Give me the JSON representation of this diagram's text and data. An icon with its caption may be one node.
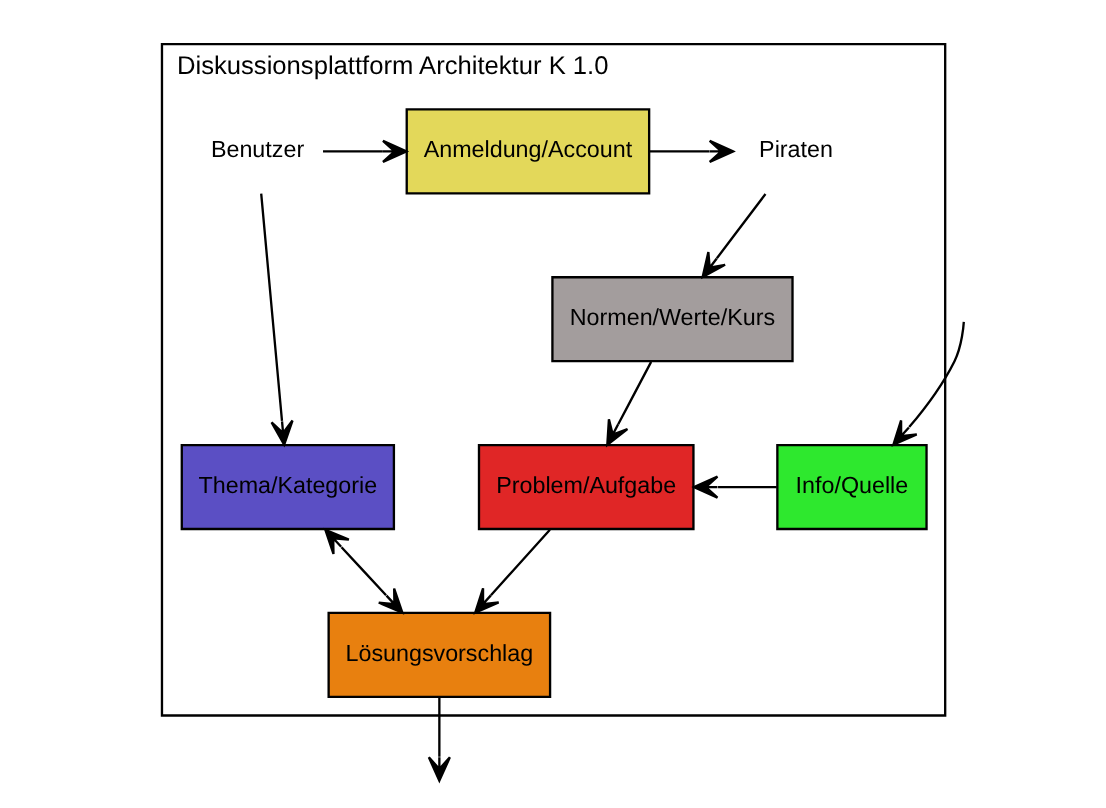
{
  "diagram": {
    "nodes": [
      {
        "text": [
          "Diskussionsplattform Architektur K 1.0"
        ]
      },
      {
        "text": [
          "Benutzer"
        ],
        "in": 0
      },
      {
        "text": [
          "Anmeldung/Account"
        ],
        "in": 0
      },
      {
        "text": [
          "Piraten"
        ],
        "in": 0
      },
      {
        "text": [
          "Thema/Kategorie"
        ],
        "in": 0
      },
      {
        "text": [
          "Normen/Werte/Kurs"
        ],
        "in": 0
      },
      {
        "text": [
          "Info/Quelle"
        ],
        "in": 0
      },
      {
        "text": [
          "Problem/Aufgabe"
        ],
        "in": 0
      },
      {
        "text": [
          "Lösungsvorschlag"
        ],
        "in": 0
      }
    ],
    "edges": [
      {
        "from": 1,
        "to": 2,
        "arrow": "to"
      },
      {
        "from": 2,
        "to": 3,
        "arrow": "to"
      },
      {
        "from": 1,
        "to": 4,
        "arrow": "to"
      },
      {
        "from": 3,
        "to": 5,
        "arrow": "to"
      },
      {
        "from": 5,
        "to": 7,
        "arrow": "to"
      },
      {
        "from": null,
        "to": 6,
        "arrow": "to"
      },
      {
        "from": 6,
        "to": 7,
        "arrow": "to"
      },
      {
        "from": 7,
        "to": 8,
        "arrow": "to"
      },
      {
        "from": 4,
        "to": 8,
        "arrow": "both"
      },
      {
        "from": 8,
        "to": null,
        "arrow": "to"
      }
    ]
  }
}
